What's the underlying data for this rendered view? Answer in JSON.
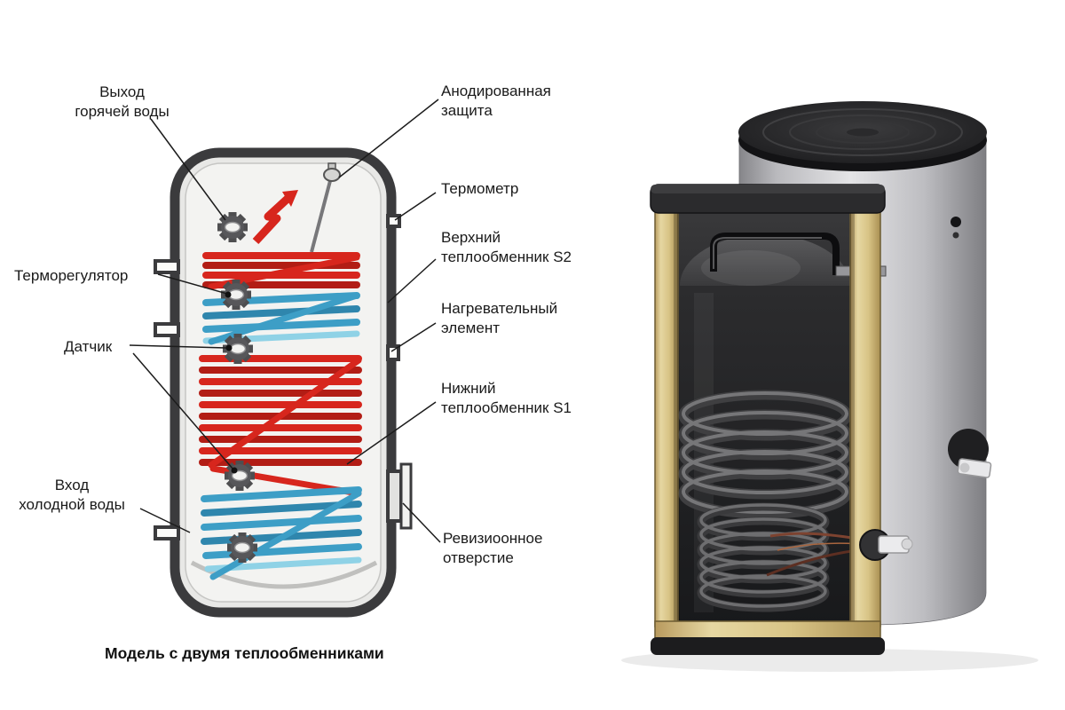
{
  "figure": {
    "caption": "Модель с двумя теплообменниками",
    "labels": {
      "hot_water_outlet": "Выход\nгорячей воды",
      "anode_protection": "Анодированная\nзащита",
      "thermometer": "Термометр",
      "upper_heat_exchanger": "Верхний\nтеплообменник S2",
      "heating_element": "Нагревательный\nэлемент",
      "lower_heat_exchanger": "Нижний\nтеплообменник S1",
      "thermoregulator": "Терморегулятор",
      "sensor": "Датчик",
      "cold_water_inlet": "Вход\nхолодной воды",
      "revision_opening": "Ревизиоонное\nотверстие"
    },
    "colors": {
      "hot_coil": "#d7261d",
      "cold_coil": "#3d9ec6",
      "light_coil": "#8fd2e6",
      "tank_outline": "#3b3b3d",
      "wood": "#d8c486",
      "label_text": "#1a1a1a"
    }
  }
}
